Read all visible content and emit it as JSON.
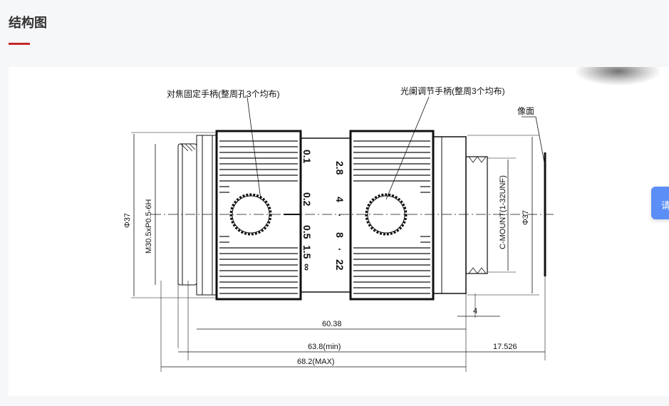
{
  "section": {
    "title": "结构图"
  },
  "drawing": {
    "callout_left": "对焦固定手柄(整周孔3个均布)",
    "callout_right": "光阑调节手柄(整周3个均布)",
    "image_plane": "像面",
    "dim_left_outer": "Φ37",
    "dim_thread": "M30.5xP0.5-6H",
    "dim_mount": "C-MOUNT(1-32UNF)",
    "dim_right_outer": "Φ37",
    "focus_scale": [
      "0.1",
      "0.2",
      "0.5",
      "1.5",
      "∞"
    ],
    "aperture_scale": [
      "2.8",
      "4",
      "·",
      "8",
      "·",
      "22"
    ],
    "dim_flange": "4",
    "dim_60": "60.38",
    "dim_63": "63.8(min)",
    "dim_68": "68.2(MAX)",
    "dim_back": "17.526"
  },
  "float_tab": {
    "label": "请"
  }
}
